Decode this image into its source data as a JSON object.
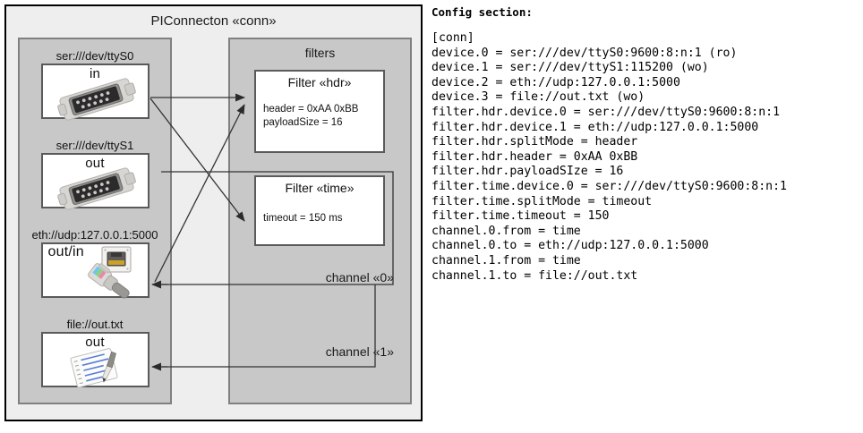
{
  "diagram": {
    "title": "PIConnecton «conn»",
    "devices_panel": {
      "name": "devices",
      "items": [
        {
          "label": "ser:///dev/ttyS0",
          "io": "in",
          "icon": "serial-connector-icon"
        },
        {
          "label": "ser:///dev/ttyS1",
          "io": "out",
          "icon": "serial-connector-icon"
        },
        {
          "label": "eth://udp:127.0.0.1:5000",
          "io": "out/in",
          "icon": "ethernet-jack-icon"
        },
        {
          "label": "file://out.txt",
          "io": "out",
          "icon": "document-pen-icon"
        }
      ]
    },
    "filters_panel": {
      "title": "filters",
      "filters": [
        {
          "title": "Filter «hdr»",
          "props": [
            "header = 0xAA 0xBB",
            "payloadSize = 16"
          ]
        },
        {
          "title": "Filter «time»",
          "props": [
            "timeout = 150 ms"
          ]
        }
      ],
      "channels": [
        {
          "label": "channel «0»"
        },
        {
          "label": "channel «1»"
        }
      ]
    },
    "colors": {
      "outer_fill": "#eeeeee",
      "panel_fill": "#c8c8c8",
      "box_fill": "#ffffff",
      "border_dark": "#000000",
      "border_mid": "#5a5a5a",
      "border_light": "#808080",
      "line": "#333333"
    }
  },
  "config": {
    "heading": "Config section:",
    "lines": [
      "[conn]",
      "device.0 = ser:///dev/ttyS0:9600:8:n:1 (ro)",
      "device.1 = ser:///dev/ttyS1:115200 (wo)",
      "device.2 = eth://udp:127.0.0.1:5000",
      "device.3 = file://out.txt (wo)",
      "filter.hdr.device.0 = ser:///dev/ttyS0:9600:8:n:1",
      "filter.hdr.device.1 = eth://udp:127.0.0.1:5000",
      "filter.hdr.splitMode = header",
      "filter.hdr.header = 0xAA 0xBB",
      "filter.hdr.payloadSIze = 16",
      "filter.time.device.0 = ser:///dev/ttyS0:9600:8:n:1",
      "filter.time.splitMode = timeout",
      "filter.time.timeout = 150",
      "channel.0.from = time",
      "channel.0.to = eth://udp:127.0.0.1:5000",
      "channel.1.from = time",
      "channel.1.to = file://out.txt"
    ]
  }
}
